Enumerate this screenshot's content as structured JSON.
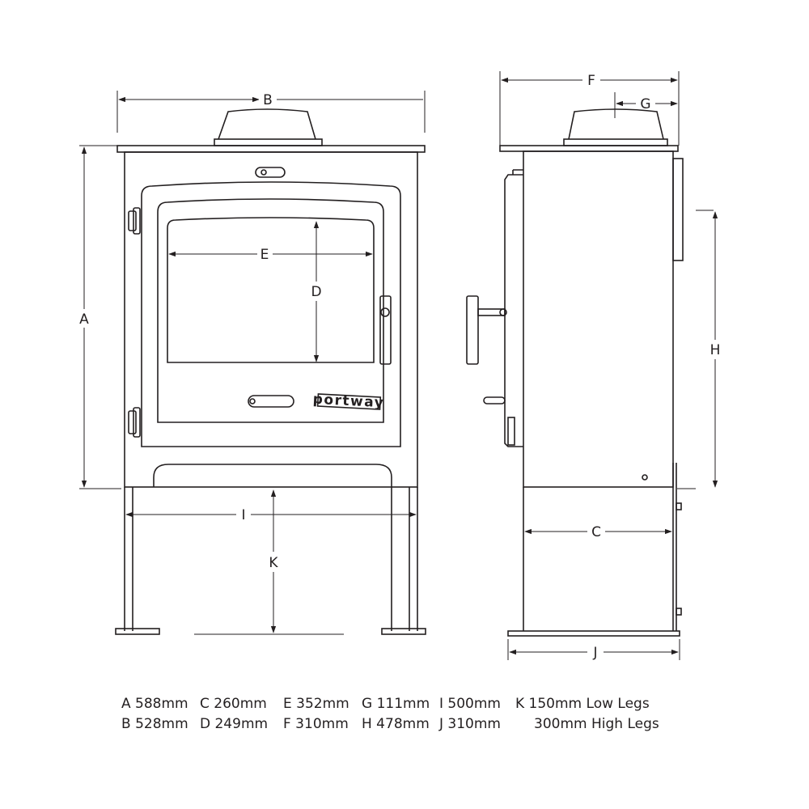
{
  "diagram": {
    "dimension_labels": {
      "a": "A",
      "b": "B",
      "c": "C",
      "d": "D",
      "e": "E",
      "f": "F",
      "g": "G",
      "h": "H",
      "i": "I",
      "j": "J",
      "k": "K"
    },
    "brand_logo_text": "portway"
  },
  "legend": {
    "row1": [
      "A 588mm",
      "C 260mm",
      "E 352mm",
      "G 111mm",
      "I  500mm",
      "K 150mm Low Legs"
    ],
    "row2": [
      "B 528mm",
      "D 249mm",
      "F 310mm",
      "H 478mm",
      "J  310mm",
      "300mm High Legs"
    ]
  }
}
